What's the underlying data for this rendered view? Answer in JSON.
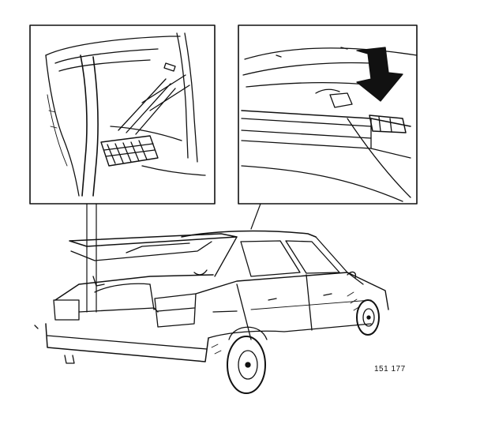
{
  "figure": {
    "reference_number": "151 177",
    "ink_color": "#111111",
    "background_color": "#ffffff"
  },
  "panels": {
    "left_detail": "trunk-lid-hinge-detail",
    "right_detail": "trunk-seal-detail-with-arrow"
  }
}
